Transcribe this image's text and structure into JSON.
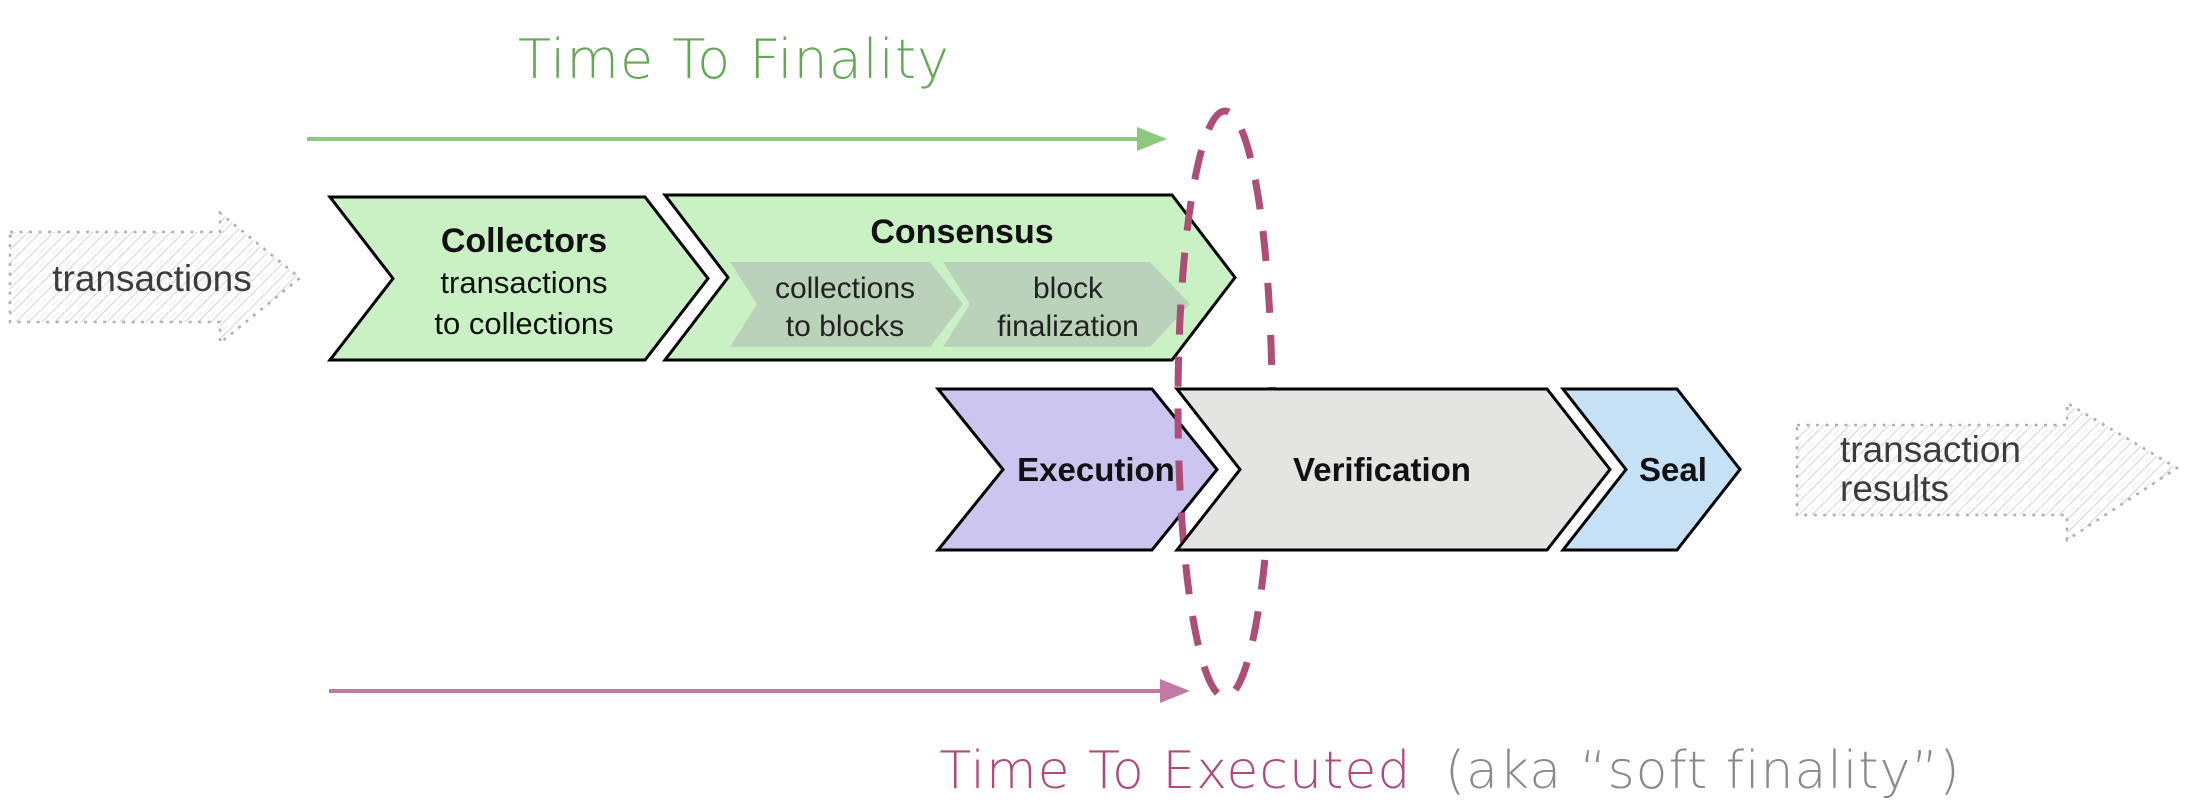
{
  "titles": {
    "time_to_finality": "Time To Finality",
    "time_to_executed": "Time To Executed",
    "soft_finality_note": "(aka “soft finality”)"
  },
  "input_arrow": {
    "label": "transactions"
  },
  "output_arrow": {
    "line1": "transaction",
    "line2": "results"
  },
  "stages": {
    "collectors": {
      "title": "Collectors",
      "desc_line1": "transactions",
      "desc_line2": "to collections"
    },
    "consensus": {
      "title": "Consensus",
      "substage1": {
        "line1": "collections",
        "line2": "to blocks"
      },
      "substage2": {
        "line1": "block",
        "line2": "finalization"
      }
    },
    "execution": {
      "title": "Execution"
    },
    "verification": {
      "title": "Verification"
    },
    "seal": {
      "title": "Seal"
    }
  },
  "colors": {
    "finality_green_text": "#64a757",
    "finality_arrow_green": "#8cc87e",
    "stage_green_fill": "#c9f1c4",
    "consensus_substage_fill": "#b9cdb9",
    "execution_lavender_fill": "#cbc5f0",
    "verification_gray_fill": "#e4e4e3",
    "seal_blue_fill": "#c6e0f6",
    "executed_ellipse_rose": "#ad4e77",
    "executed_arrow_pink": "#c279a4",
    "executed_caption_rose": "#b0497c",
    "note_gray": "#8a8a8a",
    "sketch_text_gray": "#3c3c3c",
    "outline_black": "#000000"
  }
}
